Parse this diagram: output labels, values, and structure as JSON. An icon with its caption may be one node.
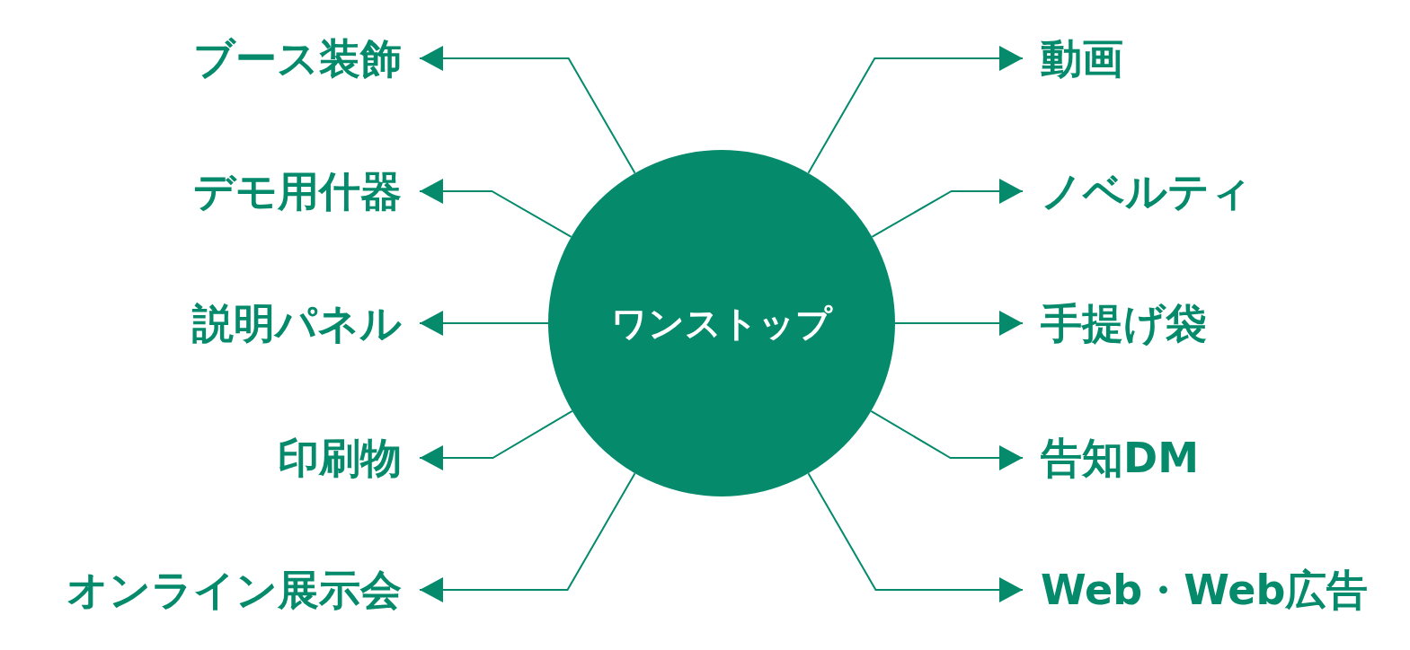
{
  "diagram": {
    "nodes": [
      {
        "text": [
          "ワンストップ"
        ]
      },
      {
        "text": [
          "ブース装飾"
        ]
      },
      {
        "text": [
          "デモ用什器"
        ]
      },
      {
        "text": [
          "説明パネル"
        ]
      },
      {
        "text": [
          "印刷物"
        ]
      },
      {
        "text": [
          "オンライン展示会"
        ]
      },
      {
        "text": [
          "動画"
        ]
      },
      {
        "text": [
          "ノベルティ"
        ]
      },
      {
        "text": [
          "手提げ袋"
        ]
      },
      {
        "text": [
          "告知DM"
        ]
      },
      {
        "text": [
          "Web・Web広告"
        ]
      }
    ],
    "edges": [
      {
        "from": 0,
        "to": 1,
        "arrow": "to"
      },
      {
        "from": 0,
        "to": 2,
        "arrow": "to"
      },
      {
        "from": 0,
        "to": 3,
        "arrow": "to"
      },
      {
        "from": 0,
        "to": 4,
        "arrow": "to"
      },
      {
        "from": 0,
        "to": 5,
        "arrow": "to"
      },
      {
        "from": 0,
        "to": 6,
        "arrow": "to"
      },
      {
        "from": 0,
        "to": 7,
        "arrow": "to"
      },
      {
        "from": 0,
        "to": 8,
        "arrow": "to"
      },
      {
        "from": 0,
        "to": 9,
        "arrow": "to"
      },
      {
        "from": 0,
        "to": 10,
        "arrow": "to"
      }
    ]
  }
}
